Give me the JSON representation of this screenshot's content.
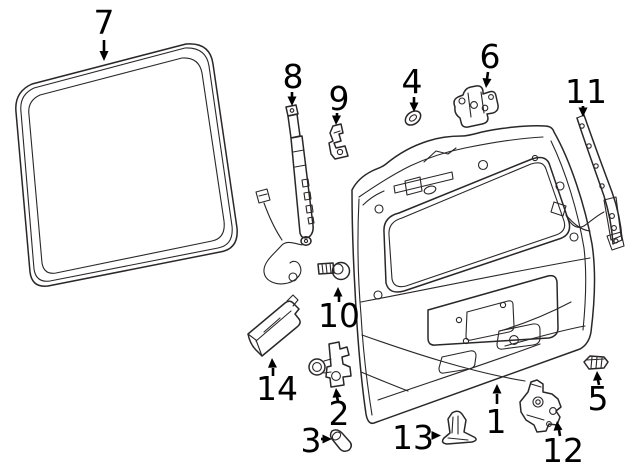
{
  "diagram": {
    "background_color": "#ffffff",
    "line_color": "#2a2727",
    "label_color": "#000000"
  },
  "labels": {
    "p1": "1",
    "p2": "2",
    "p3": "3",
    "p4": "4",
    "p5": "5",
    "p6": "6",
    "p7": "7",
    "p8": "8",
    "p9": "9",
    "p10": "10",
    "p11": "11",
    "p12": "12",
    "p13": "13",
    "p14": "14"
  }
}
